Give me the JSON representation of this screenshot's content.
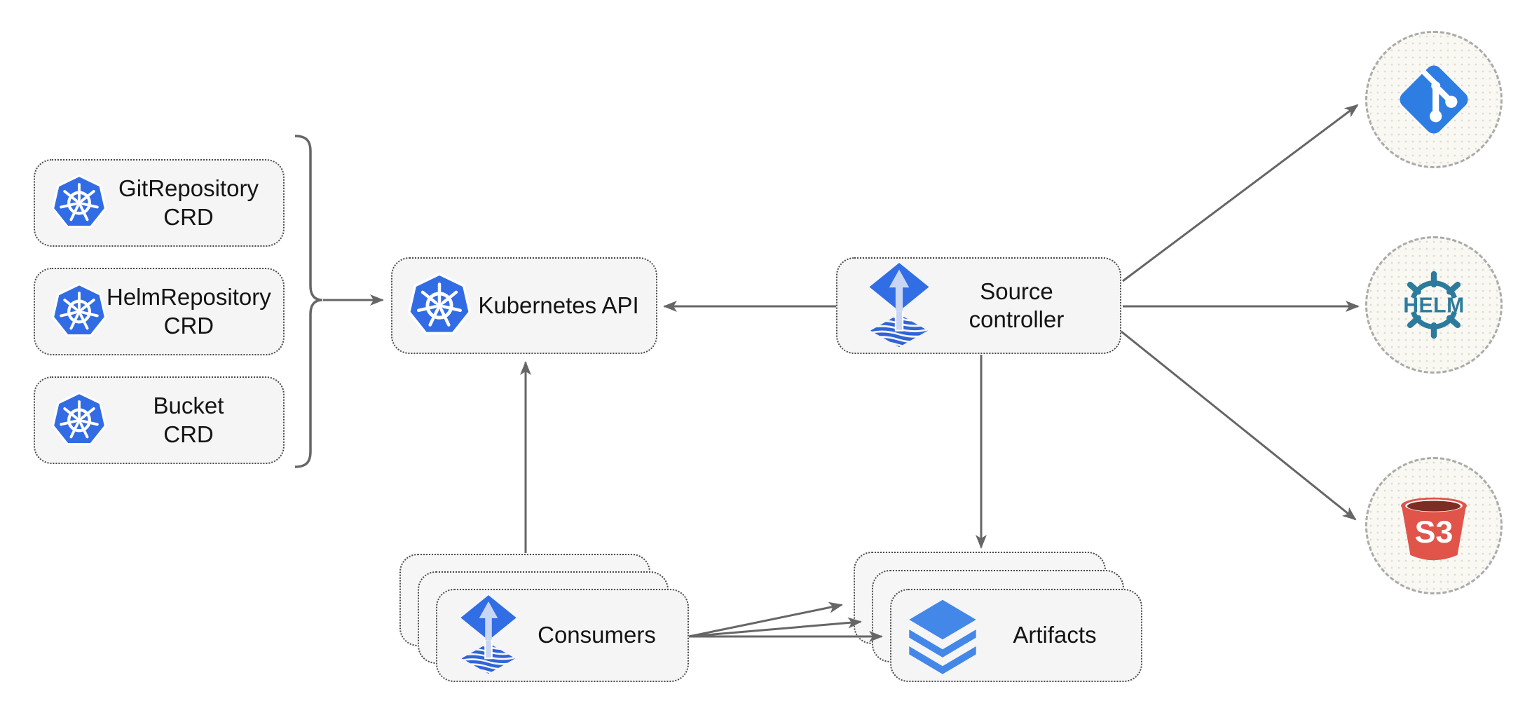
{
  "nodes": {
    "git_repository_crd": {
      "line1": "GitRepository",
      "line2": "CRD",
      "icon": "kubernetes-icon"
    },
    "helm_repository_crd": {
      "line1": "HelmRepository",
      "line2": "CRD",
      "icon": "kubernetes-icon"
    },
    "bucket_crd": {
      "line1": "Bucket",
      "line2": "CRD",
      "icon": "kubernetes-icon"
    },
    "kubernetes_api": {
      "label": "Kubernetes API",
      "icon": "kubernetes-icon"
    },
    "source_controller": {
      "line1": "Source",
      "line2": "controller",
      "icon": "flux-icon"
    },
    "consumers": {
      "label": "Consumers",
      "icon": "flux-icon",
      "stack_count": 3
    },
    "artifacts": {
      "label": "Artifacts",
      "icon": "layers-icon",
      "stack_count": 3
    },
    "git_source": {
      "icon": "git-icon"
    },
    "helm_source": {
      "icon": "helm-icon",
      "label": "HELM"
    },
    "s3_source": {
      "icon": "s3-bucket-icon",
      "label": "S3"
    }
  },
  "edges": [
    {
      "from": "crd-group-brace",
      "to": "kubernetes-api"
    },
    {
      "from": "source-controller",
      "to": "kubernetes-api"
    },
    {
      "from": "consumers",
      "to": "kubernetes-api"
    },
    {
      "from": "source-controller",
      "to": "artifacts"
    },
    {
      "from": "source-controller",
      "to": "git-source"
    },
    {
      "from": "source-controller",
      "to": "helm-source"
    },
    {
      "from": "source-controller",
      "to": "s3-source"
    },
    {
      "from": "consumers",
      "to": "artifacts",
      "arrows": 3
    }
  ],
  "colors": {
    "kubernetes_blue": "#326CE5",
    "flux_blue": "#316DE4",
    "flux_stripe_blue": "#2F63D7",
    "flux_arrow_light": "#C9D6F3",
    "layers_blue": "#4387E9",
    "git_blue": "#2E7DE2",
    "helm_teal": "#2C7B9D",
    "s3_red": "#E0544A",
    "s3_dark": "#7E2D24",
    "arrow_gray": "#666666",
    "box_fill": "#F5F5F5",
    "box_border": "#4A4A4A",
    "circle_border": "#ABABAB"
  }
}
